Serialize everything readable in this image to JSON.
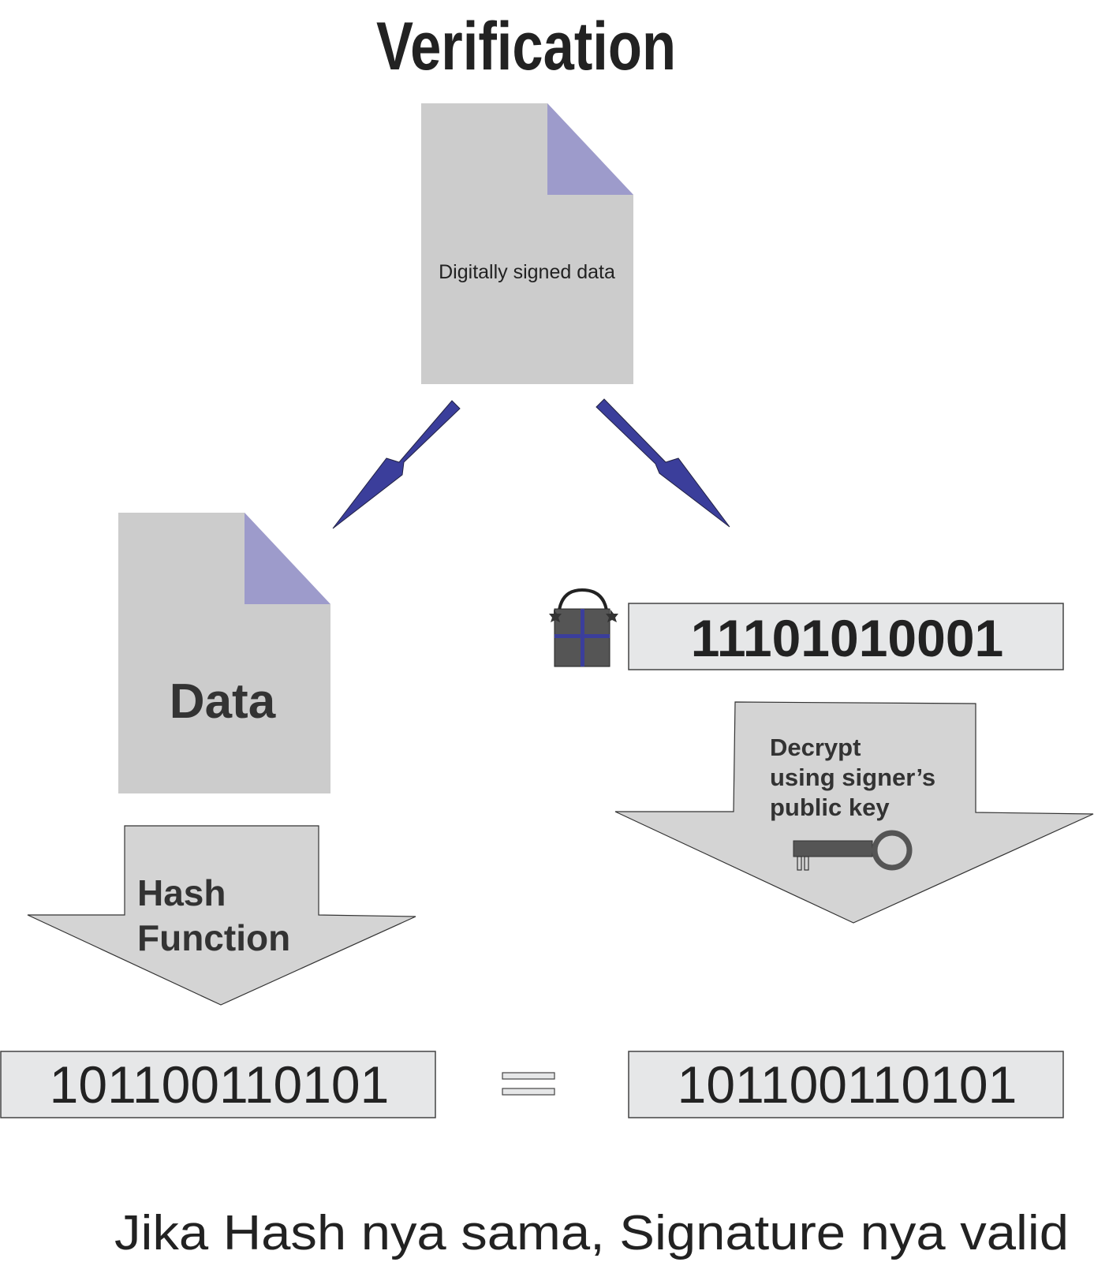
{
  "title": "Verification",
  "signed_document": {
    "label": "Digitally signed data"
  },
  "data_document": {
    "label": "Data"
  },
  "encrypted_signature": {
    "value": "11101010001"
  },
  "hash_step": {
    "line1": "Hash",
    "line2": "Function"
  },
  "decrypt_step": {
    "line1": "Decrypt",
    "line2": "using signer’s",
    "line3": "public key"
  },
  "hash_result_left": {
    "value": "101100110101"
  },
  "hash_result_right": {
    "value": "101100110101"
  },
  "conclusion": "Jika Hash nya sama, Signature nya valid",
  "colors": {
    "document_fill": "#cccccc",
    "document_fold": "#9d9bcb",
    "arrow_blue": "#3b3e9b",
    "box_fill": "#e6e7e8",
    "text_dark": "#333333",
    "icon_dark": "#555555"
  }
}
